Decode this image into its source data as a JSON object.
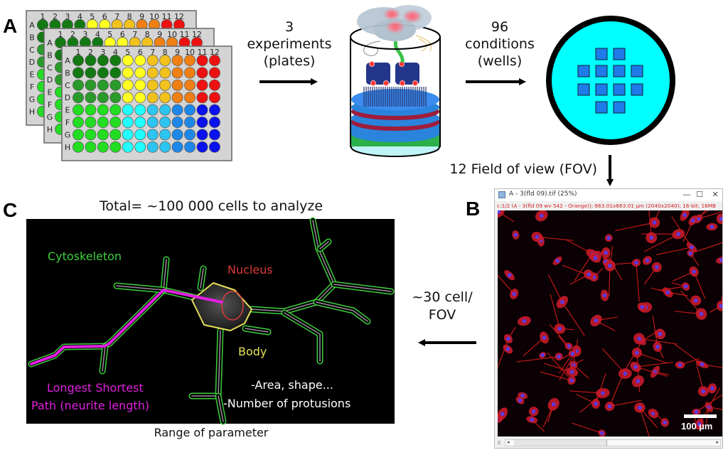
{
  "panel_labels": {
    "a": "A",
    "b": "B",
    "c": "C"
  },
  "panel_a": {
    "experiments_text": [
      "3",
      "experiments",
      "(plates)"
    ],
    "conditions_text": [
      "96",
      "conditions",
      "(wells)"
    ],
    "fov_text": "12 Field of view (FOV)",
    "plate": {
      "rows": [
        "A",
        "B",
        "C",
        "D",
        "E",
        "F",
        "G",
        "H"
      ],
      "columns": [
        "1",
        "2",
        "3",
        "4",
        "5",
        "6",
        "7",
        "8",
        "9",
        "10",
        "11",
        "12"
      ],
      "well_colors": {
        "cols_1_4": {
          "A_B": "#137a13",
          "C_D": "#2a9a2a",
          "E_H": "#22dd22"
        },
        "cols_5_6": {
          "A_D": "#ffff22",
          "E_H": "#22ffff"
        },
        "cols_7_8": {
          "A_D": "#f2c21c",
          "E_H": "#2ec4f0"
        },
        "cols_9_10": {
          "A_D": "#f08014",
          "E_H": "#1e88e8"
        },
        "cols_11_12": {
          "A_D": "#ee1111",
          "E_H": "#0a12ee"
        }
      },
      "count": 3
    },
    "well": {
      "fill": "#00ffff",
      "fov_color": "#1e7be8",
      "fov_count": 12
    }
  },
  "panel_b": {
    "window_title": "A - 3(fld 09).tif (25%)",
    "minimize": "—",
    "maximize": "☐",
    "close": "✕",
    "info_line": "c:1/2 (A - 3(fld 09 wv 542 - Orange)); 663.01x663.01 µm (2040x2040); 16-bit; 16MB",
    "scale_bar": "100 µm",
    "scroll_label": "c",
    "scroll_left": "◂",
    "scroll_right": "▸",
    "cells_per_fov_text": [
      "~30 cell/",
      "FOV"
    ]
  },
  "panel_c": {
    "total_text": "Total= ~100 000 cells to analyze",
    "cytoskeleton": "Cytoskeleton",
    "nucleus": "Nucleus",
    "body": "Body",
    "longest_path": [
      "Longest Shortest",
      "Path (neurite length)"
    ],
    "metrics": [
      "-Area, shape...",
      "-Number of protusions"
    ],
    "range_text": "Range of parameter",
    "colors": {
      "cytoskeleton": "#3ccf3c",
      "nucleus": "#e03a3a",
      "body": "#e6e05a",
      "path": "#e020e0"
    }
  }
}
